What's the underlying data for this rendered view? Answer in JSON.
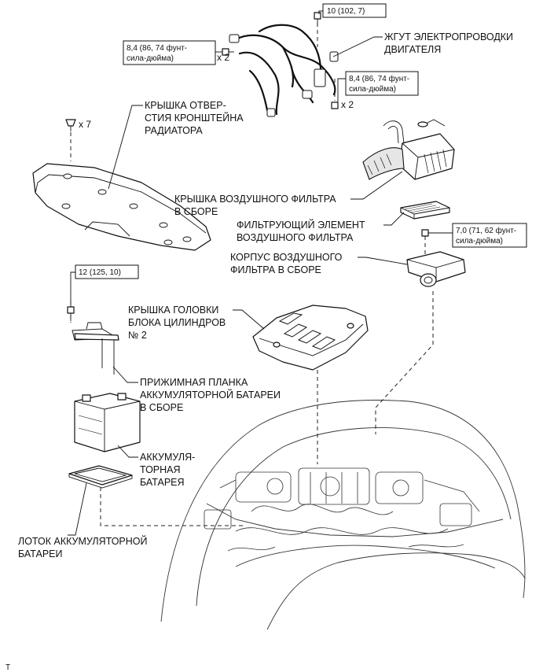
{
  "labels": {
    "harness_1": "ЖГУТ ЭЛЕКТРОПРОВОДКИ",
    "harness_2": "ДВИГАТЕЛЯ",
    "rad_cover_1": "КРЫШКА ОТВЕР-",
    "rad_cover_2": "СТИЯ КРОНШТЕЙНА",
    "rad_cover_3": "РАДИАТОРА",
    "air_cover_1": "КРЫШКА ВОЗДУШНОГО ФИЛЬТРА",
    "air_cover_2": "В СБОРЕ",
    "filter_1": "ФИЛЬТРУЮЩИЙ ЭЛЕМЕНТ",
    "filter_2": "ВОЗДУШНОГО ФИЛЬТРА",
    "housing_1": "КОРПУС ВОЗДУШНОГО",
    "housing_2": "ФИЛЬТРА В СБОРЕ",
    "head_cover_1": "КРЫШКА ГОЛОВКИ",
    "head_cover_2": "БЛОКА ЦИЛИНДРОВ",
    "head_cover_3": "№ 2",
    "clamp_1": "ПРИЖИМНАЯ ПЛАНКА",
    "clamp_2": "АККУМУЛЯТОРНОЙ БАТАРЕИ",
    "clamp_3": "В СБОРЕ",
    "battery_1": "АККУМУЛЯ-",
    "battery_2": "ТОРНАЯ",
    "battery_3": "БАТАРЕЯ",
    "tray_1": "ЛОТОК АККУМУЛЯТОРНОЙ",
    "tray_2": "БАТАРЕИ"
  },
  "torques": {
    "t_top": "10 (102, 7)",
    "t_left_1": "8,4 (86, 74 фунт-",
    "t_left_2": "сила-дюйма)",
    "t_right_1": "8,4 (86, 74 фунт-",
    "t_right_2": "сила-дюйма)",
    "t_housing_1": "7,0 (71, 62 фунт-",
    "t_housing_2": "сила-дюйма)",
    "t_clamp": "12 (125, 10)"
  },
  "multipliers": {
    "left_bolts": "x 2",
    "right_bolts": "x 2",
    "clips": "x 7"
  },
  "corner_mark": "T"
}
